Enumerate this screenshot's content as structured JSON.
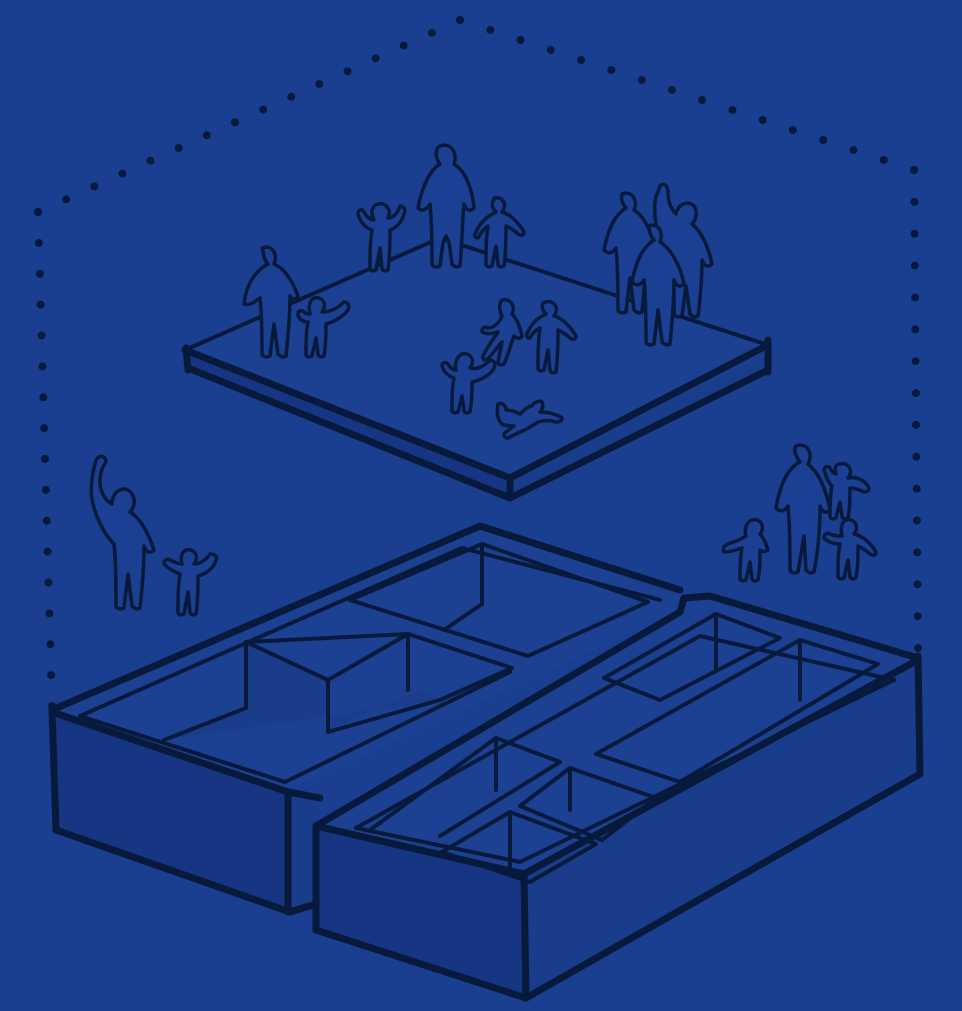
{
  "image": {
    "background_color": "#1a3f91",
    "ink_color": "#081a3c",
    "elements": [
      "dotted-house-outline",
      "floating-platform-with-people",
      "lower-building-block-left",
      "lower-building-block-right",
      "people-group-left",
      "people-group-right"
    ]
  }
}
